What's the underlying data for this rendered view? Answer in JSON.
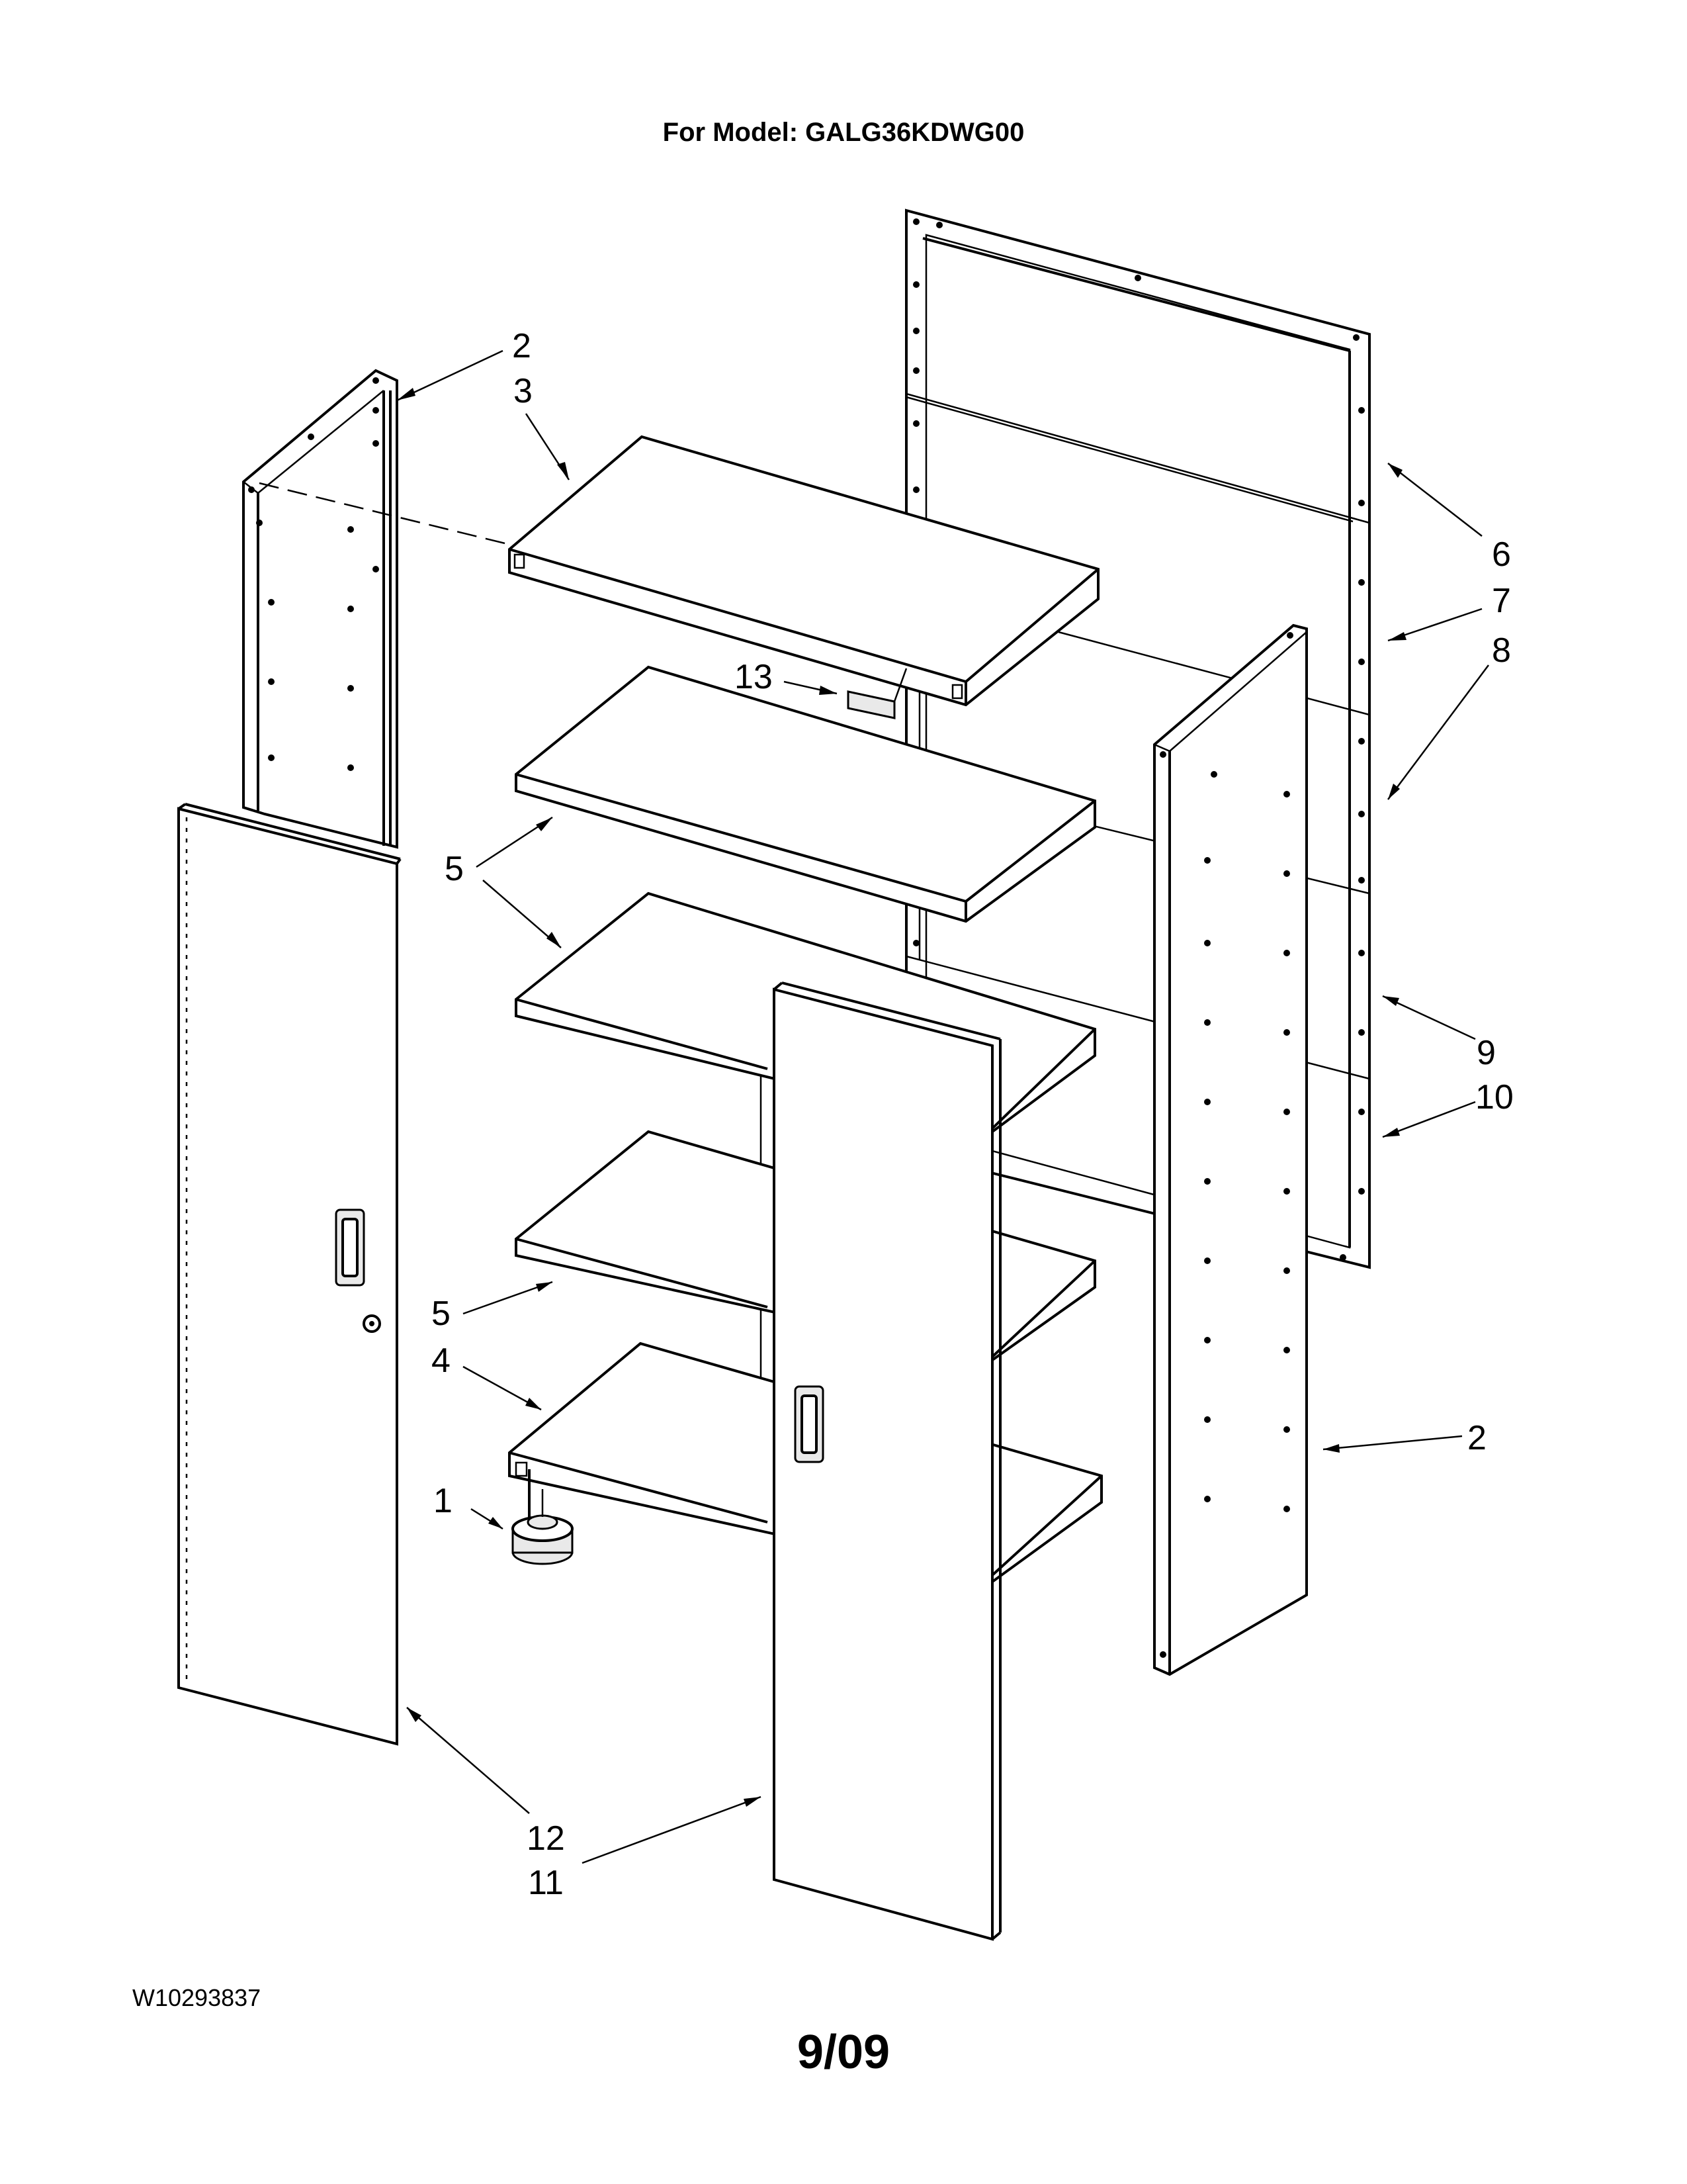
{
  "header": {
    "model_line": "For Model: GALG36KDWG00"
  },
  "footer": {
    "doc_number": "W10293837",
    "date": "9/09"
  },
  "callouts": {
    "c1": "1",
    "c2a": "2",
    "c2b": "2",
    "c3": "3",
    "c4": "4",
    "c5a": "5",
    "c5b": "5",
    "c6": "6",
    "c7": "7",
    "c8": "8",
    "c9": "9",
    "c10": "10",
    "c11": "11",
    "c12": "12",
    "c13": "13"
  }
}
